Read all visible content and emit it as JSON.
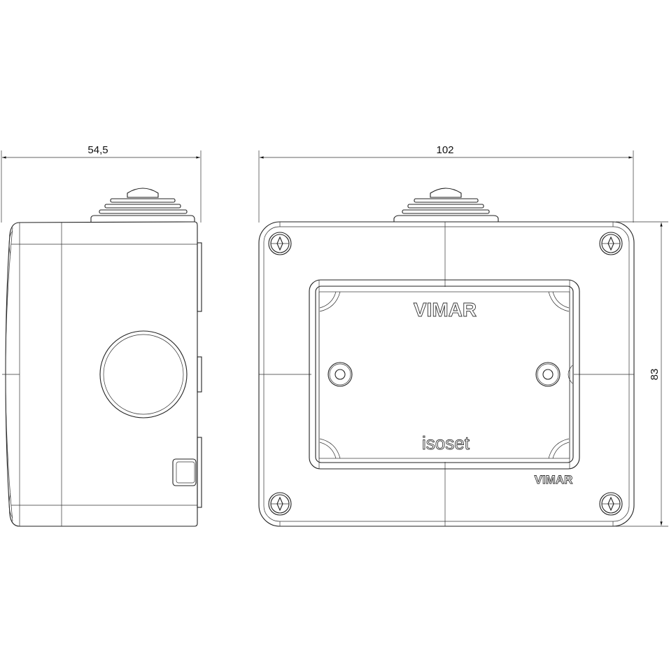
{
  "dimensions": {
    "depth": "54,5",
    "width": "102",
    "height": "83"
  },
  "labels": {
    "brand_top": "VIMAR",
    "product": "isoset",
    "brand_bottom": "VIMAR"
  }
}
